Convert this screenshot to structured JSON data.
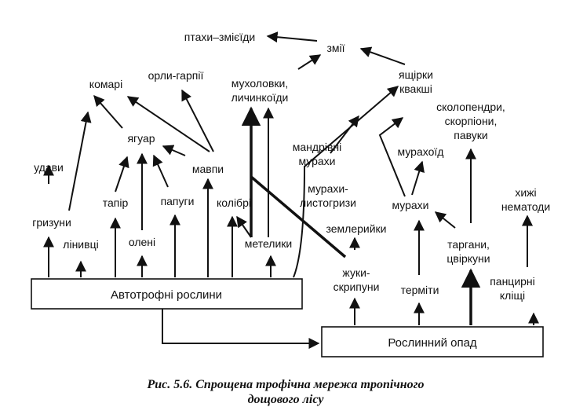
{
  "nodes": {
    "birds_snake_eaters": "птахи–змієїди",
    "snakes": "змії",
    "lizards": "ящірки",
    "geckos": "квакші",
    "mosquitoes": "комарі",
    "harpy_eagles": "орли-гарпії",
    "flycatchers": "мухоловки,",
    "caterpillar_eaters": "личинкоїди",
    "centipedes": "сколопендри,",
    "scorpions": "скорпіони,",
    "spiders": "павуки",
    "jaguar": "ягуар",
    "nomadic_ants_1": "мандрівні",
    "nomadic_ants_2": "мурахи",
    "anteater": "мурахоїд",
    "boas": "удави",
    "tapir": "тапір",
    "monkeys": "мавпи",
    "parrots": "папуги",
    "hummingbirds": "колібрі",
    "leafcutter_ants_1": "мурахи-",
    "leafcutter_ants_2": "листогризи",
    "ants": "мурахи",
    "predatory_nematodes_1": "хижі",
    "predatory_nematodes_2": "нематоди",
    "rodents": "гризуни",
    "sloths": "лінивці",
    "deer": "олені",
    "butterflies": "метелики",
    "earthworms": "землерийки",
    "cockroaches": "таргани,",
    "crickets": "цвіркуни",
    "beetles_1": "жуки-",
    "beetles_2": "скрипуни",
    "termites": "терміти",
    "armored_mites_1": "панцирні",
    "armored_mites_2": "кліщі"
  },
  "boxes": {
    "autotrophs": "Автотрофні рослини",
    "litter": "Рослинний опад"
  },
  "caption": {
    "line1": "Рис. 5.6. Спрощена трофічна мережа тропічного",
    "line2": "дощового лісу"
  }
}
